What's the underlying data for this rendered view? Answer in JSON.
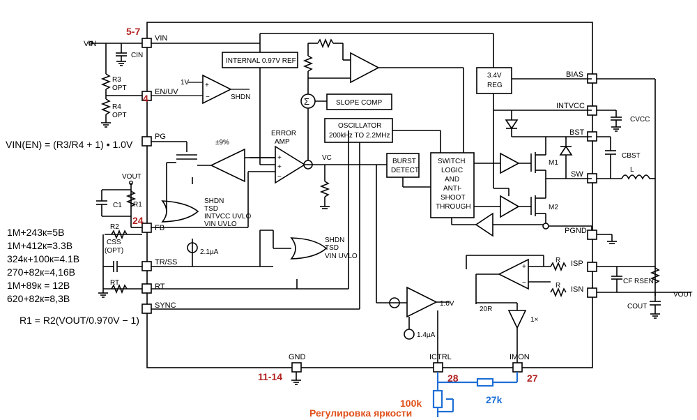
{
  "pins": {
    "vin": "VIN",
    "en_uv": "EN/UV",
    "pg": "PG",
    "fb": "FB",
    "tr_ss": "TR/SS",
    "rt": "RT",
    "sync": "SYNC",
    "gnd": "GND",
    "ictrl": "ICTRL",
    "imon": "IMON",
    "bias": "BIAS",
    "intvcc": "INTVCC",
    "bst": "BST",
    "sw": "SW",
    "pgnd": "PGND",
    "isp": "ISP",
    "isn": "ISN"
  },
  "pin_numbers": {
    "vin": "5-7",
    "en_uv": "4",
    "fb": "24",
    "gnd": "11-14",
    "ictrl": "28",
    "imon": "27"
  },
  "blocks": {
    "ref": "INTERNAL 0.97V REF",
    "slope": "SLOPE COMP",
    "osc_line1": "OSCILLATOR",
    "osc_line2": "200kHz TO 2.2MHz",
    "burst_line1": "BURST",
    "burst_line2": "DETECT",
    "logic": [
      "SWITCH",
      "LOGIC",
      "AND",
      "ANTI-",
      "SHOOT",
      "THROUGH"
    ],
    "reg_line1": "3.4V",
    "reg_line2": "REG",
    "error_amp_line1": "ERROR",
    "error_amp_line2": "AMP"
  },
  "labels": {
    "vin_ext": "VIN",
    "cin": "CIN",
    "r3": "R3",
    "r4": "R4",
    "opt": "OPT",
    "vout_top": "VOUT",
    "c1": "C1",
    "r1": "R1",
    "r2": "R2",
    "css": "CSS",
    "css_opt": "(OPT)",
    "rt_ext": "RT",
    "one_v": "1V",
    "shdn": "SHDN",
    "pm9": "±9%",
    "vc": "VC",
    "or1": [
      "SHDN",
      "TSD",
      "INTVCC UVLO",
      "VIN UVLO"
    ],
    "or2": [
      "SHDN",
      "TSD",
      "VIN UVLO"
    ],
    "i21": "2.1µA",
    "i14": "1.4µA",
    "v10": "1.0V",
    "r20": "20R",
    "x1": "1×",
    "m1": "M1",
    "m2": "M2",
    "cvcc": "CVCC",
    "cbst": "CBST",
    "l": "L",
    "r_isp": "R",
    "r_isn": "R",
    "cf": "CF",
    "rsen": "RSEN",
    "cout": "COUT",
    "vout": "VOUT"
  },
  "equations": {
    "vin_en": "VIN(EN) = (R3/R4 + 1) • 1.0V",
    "r1": "R1 = R2(VOUT/0.970V − 1)"
  },
  "notes": {
    "divider_values": [
      "1M+243к=5В",
      "1M+412к=3.3В",
      "324к+100к=4.1В",
      "270+82к=4,16В",
      "1M+89к = 12В",
      "620+82к=8,3В"
    ],
    "pot_value": "100k",
    "resistor_value": "27k",
    "brightness": "Регулировка яркости"
  }
}
